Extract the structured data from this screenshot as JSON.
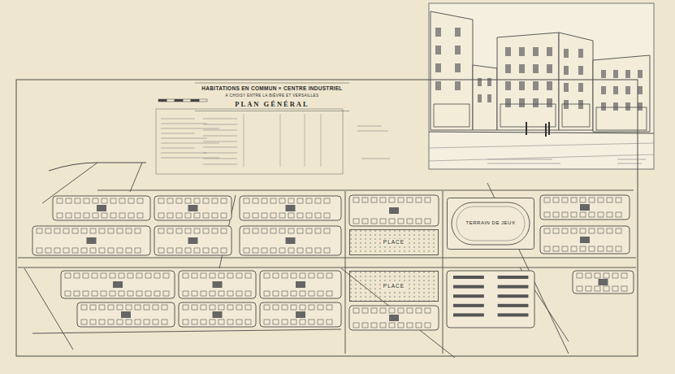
{
  "diagram": {
    "nodes": [
      {
        "text": [
          "HABITATIONS EN COMMUN ≡ CENTRE INDUSTRIEL",
          "A CHOISY ENTRE LA BIÈVRE ET VERSAILLES",
          "PLAN GÉNÉRAL"
        ]
      },
      {
        "text": [
          "PLACE"
        ]
      },
      {
        "text": [
          "PLACE"
        ]
      },
      {
        "text": [
          "TERRAIN DE JEUX"
        ]
      }
    ]
  }
}
